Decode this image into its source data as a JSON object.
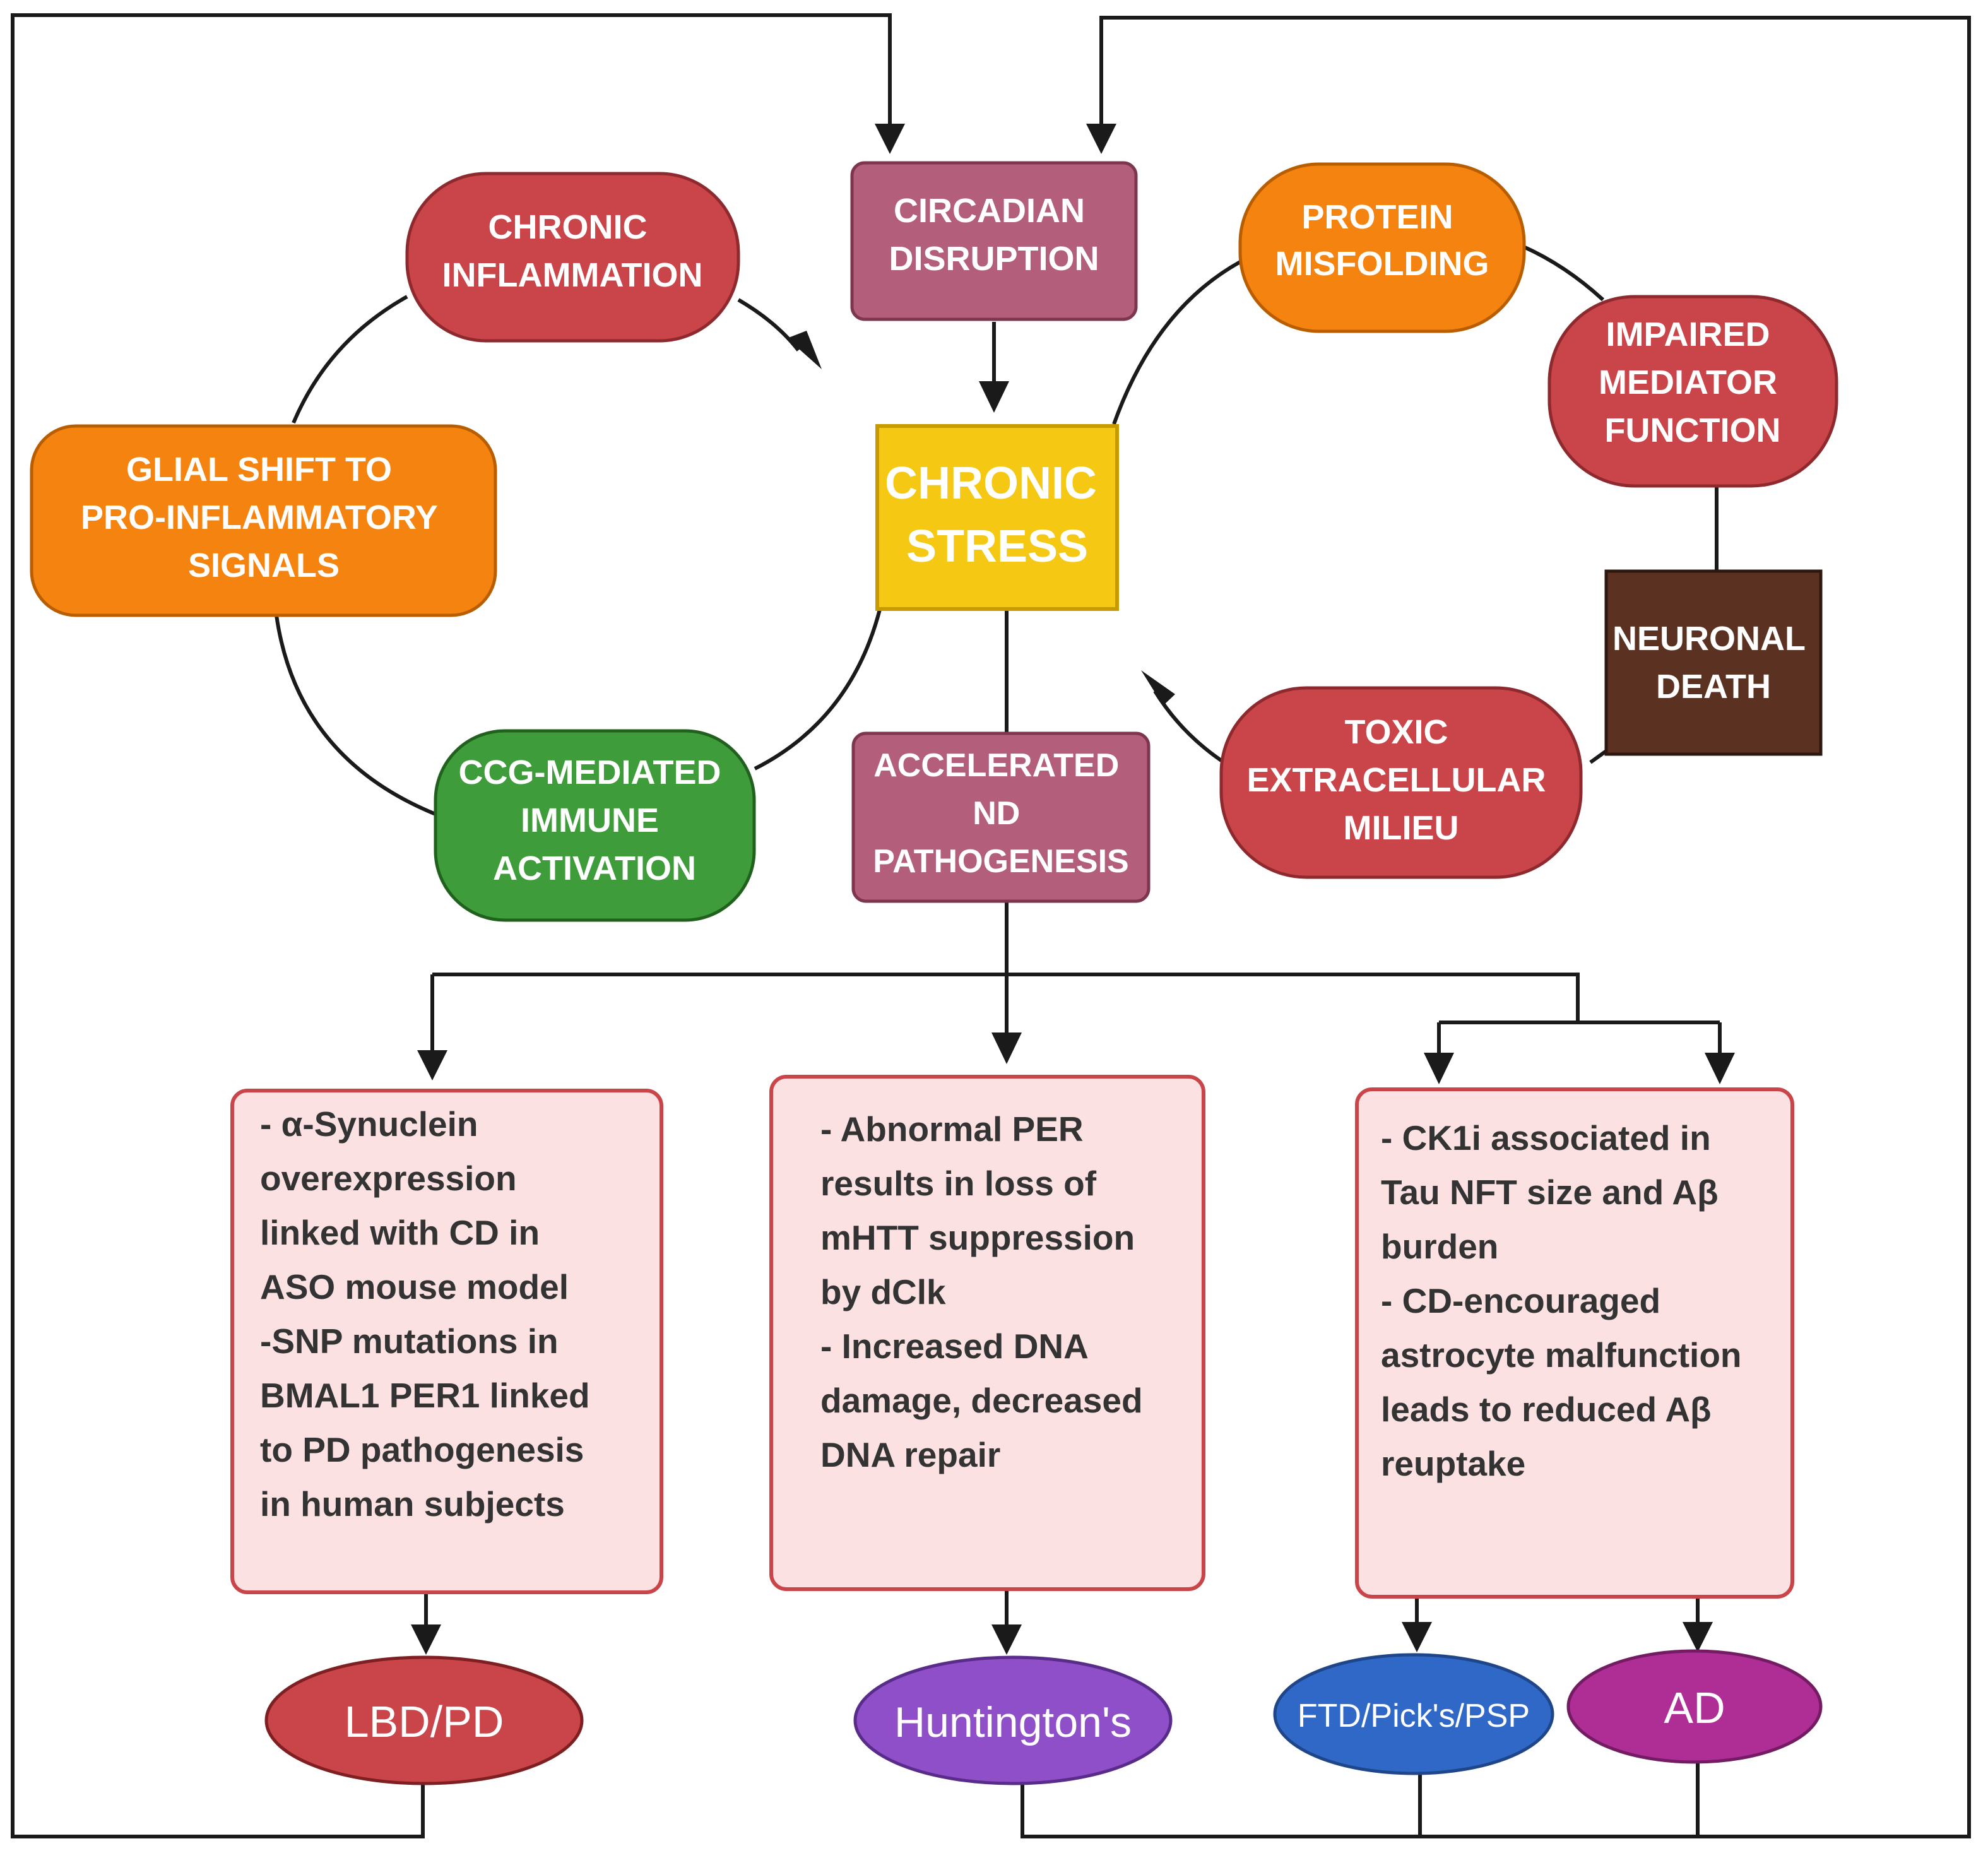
{
  "colors": {
    "red": "#C9454A",
    "orange": "#F4840F",
    "mauve": "#B35E7A",
    "yellow": "#F5C814",
    "green": "#3E9C3A",
    "brown": "#5B3222",
    "pink_box": "#FBE1E1",
    "pink_border": "#C9454A",
    "purple": "#8E4FC9",
    "blue": "#3068C8",
    "magenta": "#AE2E96"
  },
  "nodes": {
    "chronic_inflammation": [
      "CHRONIC",
      "INFLAMMATION"
    ],
    "circadian_disruption": [
      "CIRCADIAN",
      "DISRUPTION"
    ],
    "protein_misfolding": [
      "PROTEIN",
      "MISFOLDING"
    ],
    "impaired_mediator": [
      "IMPAIRED",
      "MEDIATOR",
      "FUNCTION"
    ],
    "glial_shift": [
      "GLIAL SHIFT TO",
      "PRO-INFLAMMATORY",
      "SIGNALS"
    ],
    "chronic_stress": [
      "CHRONIC",
      "STRESS"
    ],
    "neuronal_death": [
      "NEURONAL",
      "DEATH"
    ],
    "ccg_activation": [
      "CCG-MEDIATED",
      "IMMUNE",
      "ACTIVATION"
    ],
    "accelerated_nd": [
      "ACCELERATED",
      "ND",
      "PATHOGENESIS"
    ],
    "toxic_milieu": [
      "TOXIC",
      "EXTRACELLULAR",
      "MILIEU"
    ]
  },
  "boxes": {
    "left": [
      "-  α-Synuclein",
      "overexpression",
      "linked with CD in",
      "ASO mouse model",
      "",
      "-SNP mutations in",
      "BMAL1 PER1 linked",
      "to PD pathogenesis",
      "in human subjects"
    ],
    "middle": [
      "- Abnormal PER",
      "results in loss of",
      "mHTT suppression",
      "by dClk",
      "",
      "- Increased DNA",
      "damage, decreased",
      "DNA repair"
    ],
    "right": [
      "- CK1i associated in",
      "Tau NFT size and Aβ",
      "burden",
      "",
      "- CD-encouraged",
      "astrocyte malfunction",
      "leads to reduced Aβ",
      "reuptake"
    ]
  },
  "outcomes": {
    "lbd_pd": "LBD/PD",
    "huntingtons": "Huntington's",
    "ftd": "FTD/Pick's/PSP",
    "ad": "AD"
  }
}
